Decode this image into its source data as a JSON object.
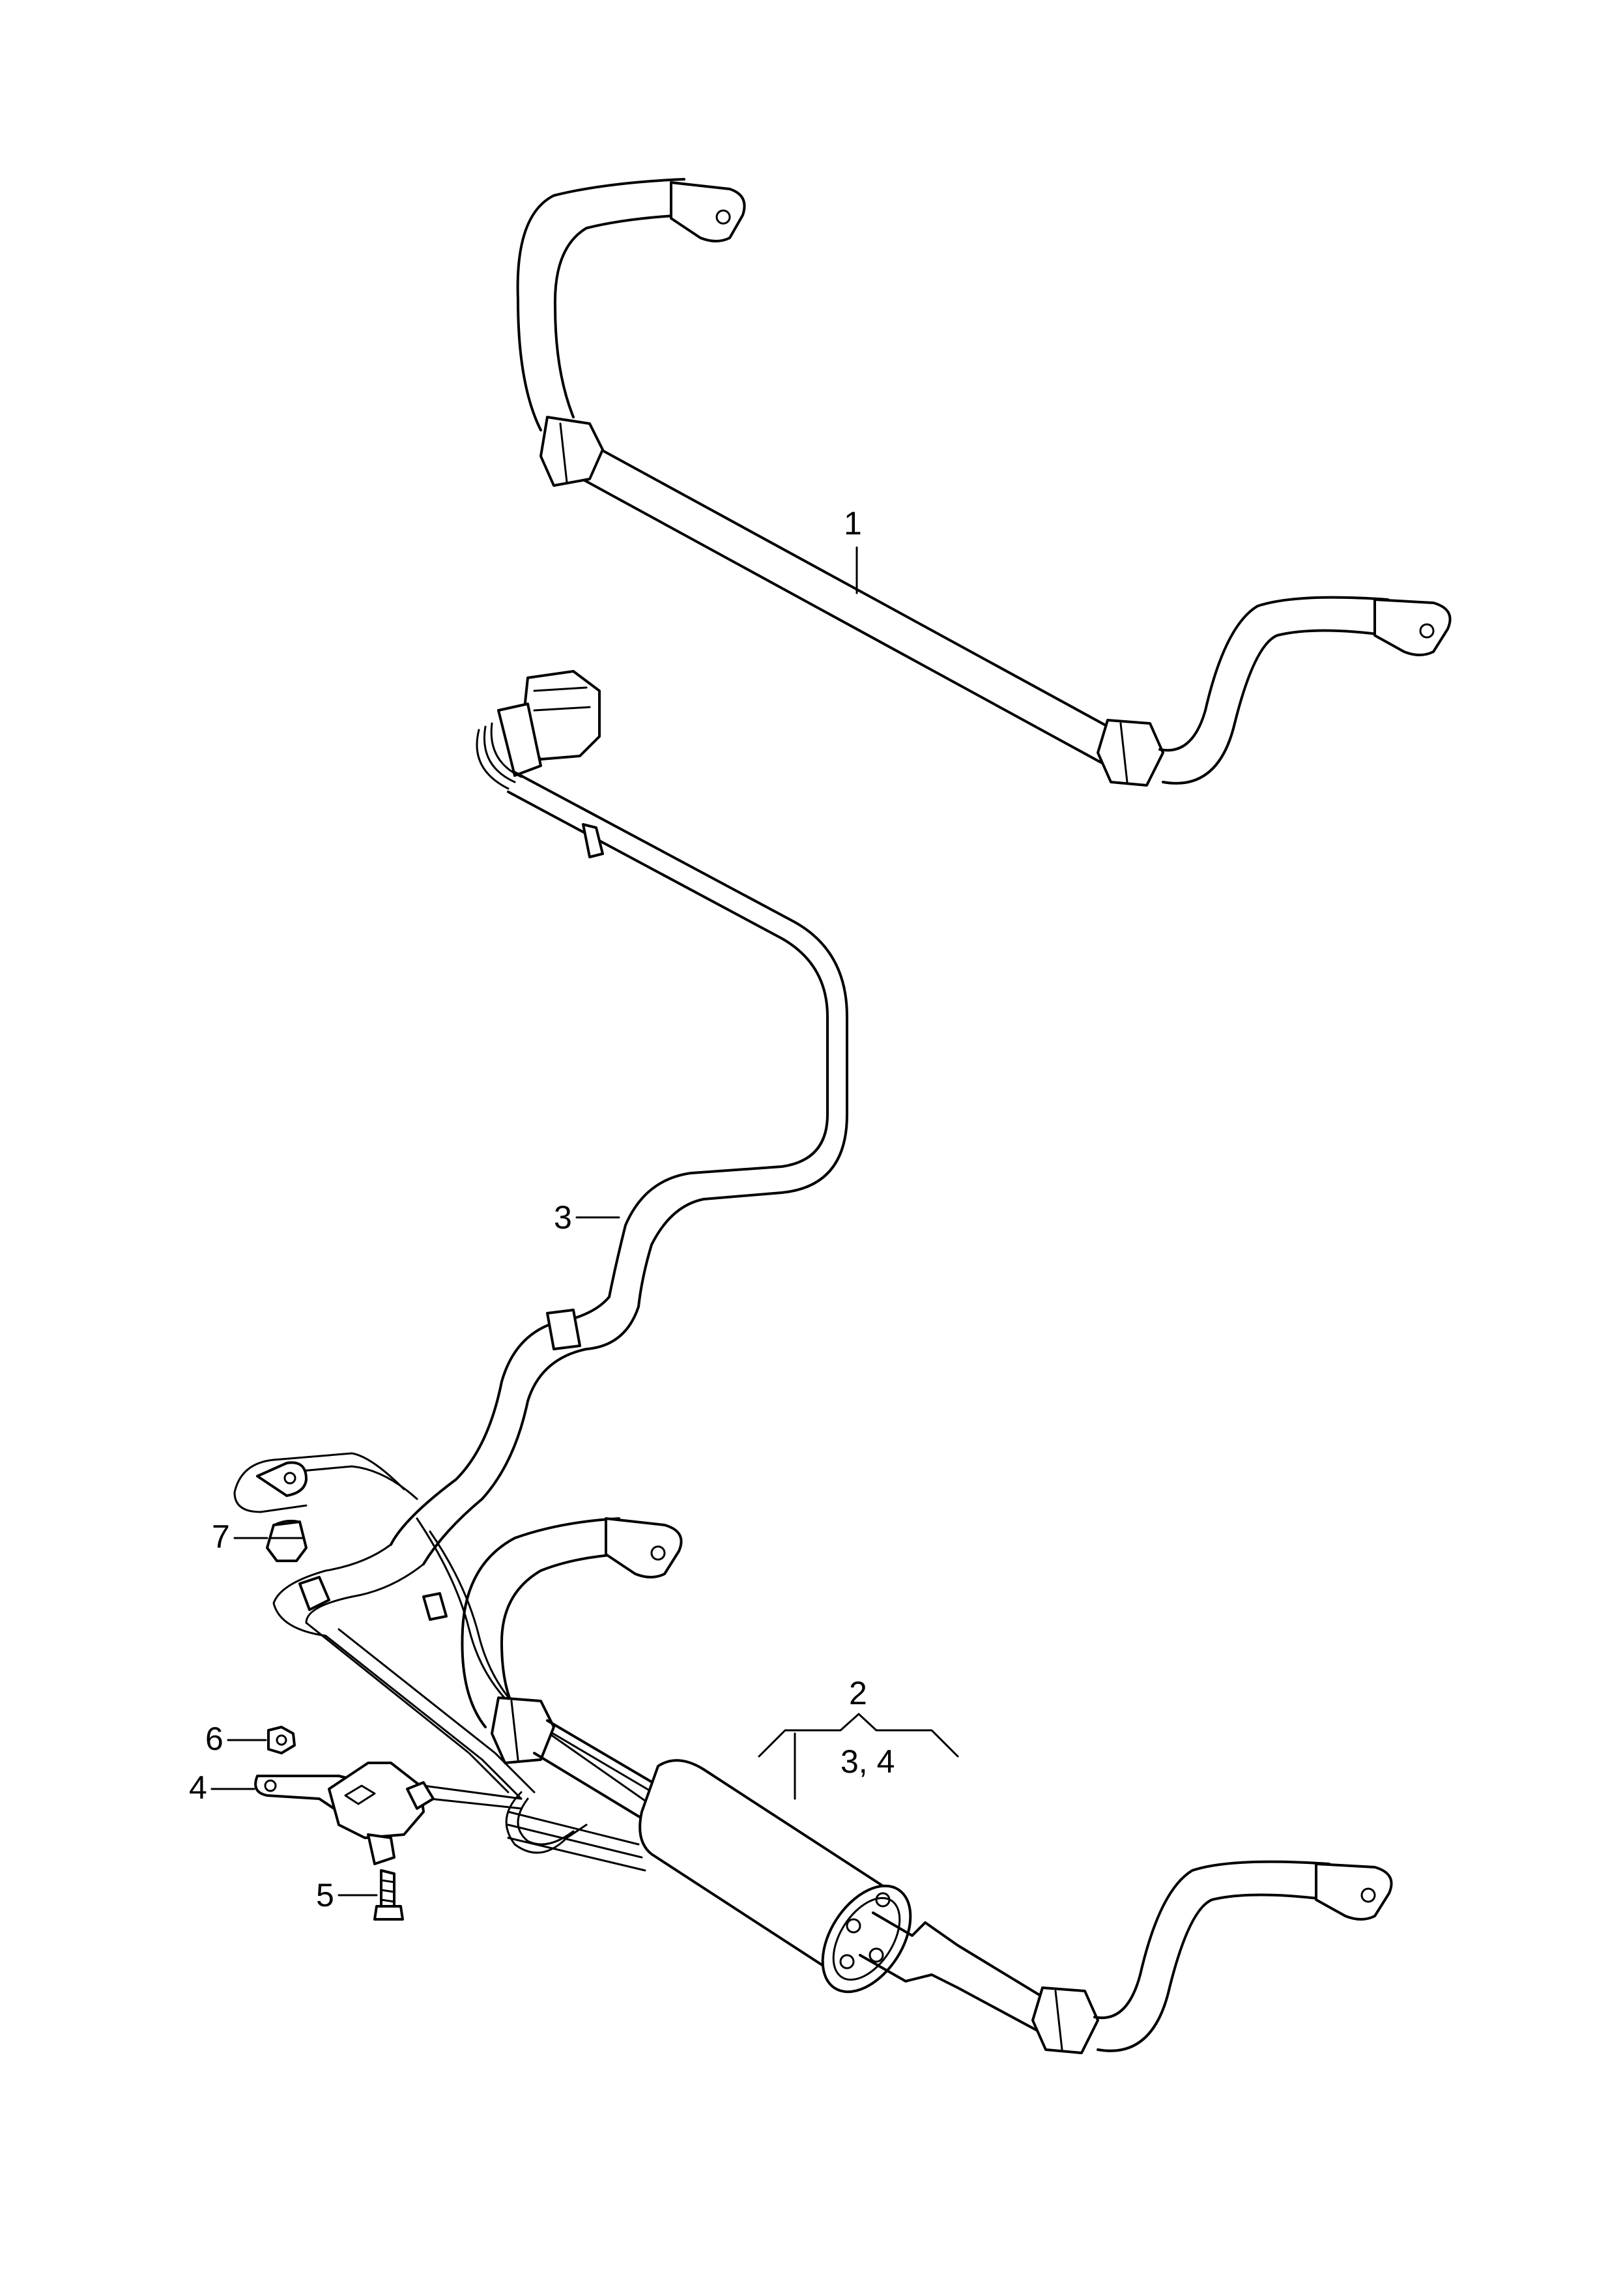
{
  "callouts": {
    "c1": "1",
    "c2": "2",
    "c2_sub": "3, 4",
    "c3": "3",
    "c4": "4",
    "c5": "5",
    "c6": "6",
    "c7": "7"
  }
}
